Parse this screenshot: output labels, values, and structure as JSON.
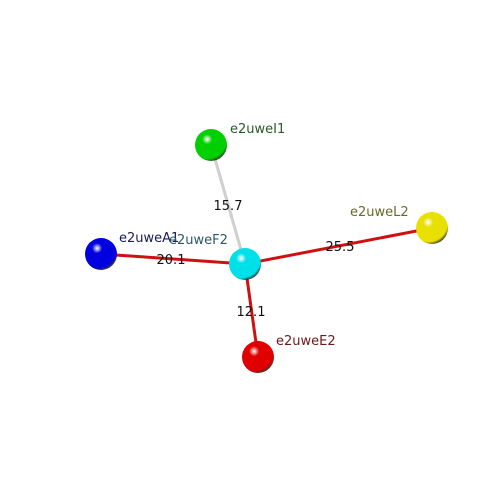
{
  "nodes": [
    {
      "id": "e2uweI1",
      "label": "e2uweI1",
      "color": "#00d000",
      "label_color": "#2a5a2a"
    },
    {
      "id": "e2uweA1",
      "label": "e2uweA1",
      "color": "#0000e0",
      "label_color": "#1a1a5a"
    },
    {
      "id": "e2uweF2",
      "label": "e2uweF2",
      "color": "#00e0e8",
      "label_color": "#2a5a66"
    },
    {
      "id": "e2uweL2",
      "label": "e2uweL2",
      "color": "#e8e000",
      "label_color": "#6a6a2a"
    },
    {
      "id": "e2uweE2",
      "label": "e2uweE2",
      "color": "#e00000",
      "label_color": "#6a1a1a"
    }
  ],
  "edges": [
    {
      "from": "e2uweF2",
      "to": "e2uweI1",
      "label": "15.7",
      "color": "#d0d0d0"
    },
    {
      "from": "e2uweF2",
      "to": "e2uweA1",
      "label": "20.1",
      "color": "#d01010"
    },
    {
      "from": "e2uweF2",
      "to": "e2uweL2",
      "label": "25.5",
      "color": "#d01010"
    },
    {
      "from": "e2uweF2",
      "to": "e2uweE2",
      "label": "12.1",
      "color": "#d01010"
    }
  ]
}
